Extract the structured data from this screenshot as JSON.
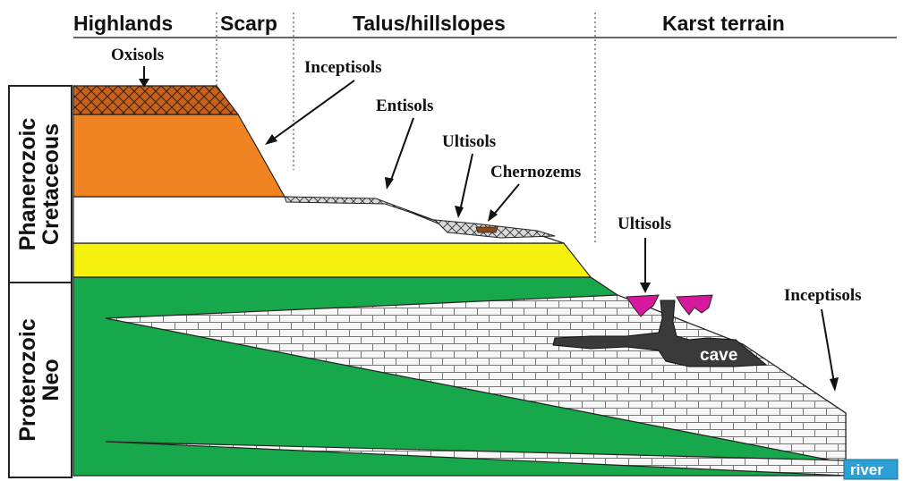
{
  "zones": {
    "highlands": "Highlands",
    "scarp": "Scarp",
    "talus": "Talus/hillslopes",
    "karst": "Karst terrain"
  },
  "eras": {
    "phanerozoic": "Phanerozoic",
    "cretaceous": "Cretaceous",
    "proterozoic": "Proterozoic",
    "neo": "Neo"
  },
  "soils": {
    "oxisols": "Oxisols",
    "inceptisols_upper": "Inceptisols",
    "entisols": "Entisols",
    "ultisols_upper": "Ultisols",
    "chernozems": "Chernozems",
    "ultisols_karst": "Ultisols",
    "inceptisols_lower": "Inceptisols"
  },
  "features": {
    "cave": "cave",
    "river": "river"
  },
  "colors": {
    "orange": "#f08423",
    "yellow": "#f7f20d",
    "green": "#17a84c",
    "limestone": "#f5f5f5",
    "cave": "#3a3a3a",
    "magenta": "#d6189c",
    "river": "#2c9fd6",
    "soil_brown": "#8a4a1a"
  }
}
